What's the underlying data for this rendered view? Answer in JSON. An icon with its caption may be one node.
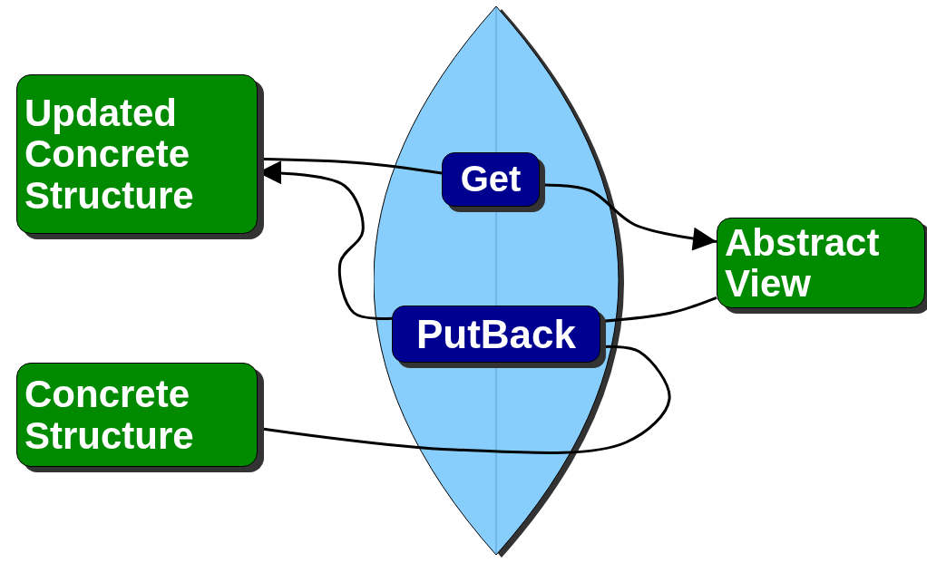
{
  "diagram": {
    "nodes": [
      {
        "text": [
          "Updated Concrete Structure"
        ]
      },
      {
        "text": [],
        "shape": "lens"
      },
      {
        "text": [
          "Get"
        ],
        "in": 1
      },
      {
        "text": [
          "Abstract View"
        ]
      },
      {
        "text": [
          "PutBack"
        ],
        "in": 1
      },
      {
        "text": [
          "Concrete Structure"
        ]
      }
    ],
    "edges": [
      {
        "from": 0,
        "to": 2,
        "arrow": "none"
      },
      {
        "from": 2,
        "to": 3,
        "arrow": "to"
      },
      {
        "from": 3,
        "to": 4,
        "arrow": "none"
      },
      {
        "from": 5,
        "to": 4,
        "arrow": "none"
      },
      {
        "from": 4,
        "to": 0,
        "arrow": "to"
      }
    ]
  }
}
